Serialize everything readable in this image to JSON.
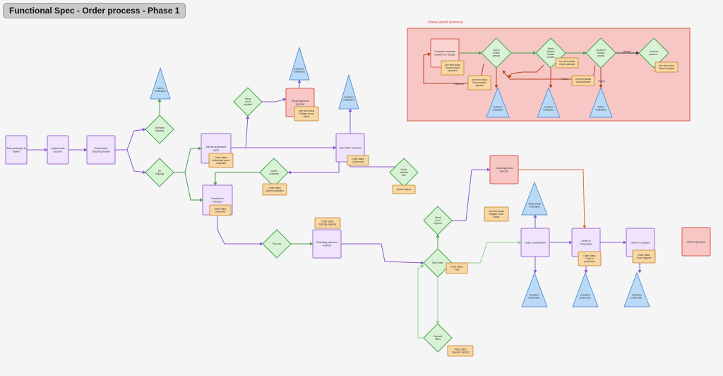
{
  "title": "Functional Spec - Order process - Phase 1",
  "colors": {
    "process_fill": "#efe4fb",
    "process_stroke": "#9d6ad6",
    "decision_fill": "#d9f2d5",
    "decision_stroke": "#48a24e",
    "note_fill": "#f8d7a3",
    "note_stroke": "#c07e2a",
    "notify_fill": "#b9d9f7",
    "notify_stroke": "#5f93cf",
    "red_fill": "#f7c7c5",
    "red_stroke": "#d65a4a"
  },
  "region": {
    "label": "Visual proof process"
  },
  "processes": [
    {
      "id": "p1",
      "lines": [
        "Add product(s) to",
        "basket"
      ]
    },
    {
      "id": "p2",
      "lines": [
        "Login/create",
        "account"
      ]
    },
    {
      "id": "p3",
      "lines": [
        "Enter/select",
        "shipping details"
      ]
    },
    {
      "id": "p4",
      "lines": [
        "Get an automated",
        "quote"
      ]
    },
    {
      "id": "p5",
      "lines": [
        "Proceed to",
        "checkout"
      ]
    },
    {
      "id": "p6",
      "lines": [
        "Send PDF of Quote"
      ]
    },
    {
      "id": "p7",
      "lines": [
        "Selecting payment",
        "method"
      ]
    },
    {
      "id": "p8",
      "lines": [
        "Order confirmation"
      ]
    },
    {
      "id": "p9",
      "lines": [
        "Order in",
        "Production"
      ]
    },
    {
      "id": "p10",
      "lines": [
        "Order in Shipped"
      ]
    },
    {
      "id": "vp1",
      "lines": [
        "Customer uploads",
        "artwork for visuals"
      ]
    }
  ],
  "red_boxes": [
    {
      "id": "r1",
      "lines": [
        "Visual approval",
        "process"
      ]
    },
    {
      "id": "r2",
      "lines": [
        "Visual approval",
        "process"
      ]
    },
    {
      "id": "r3",
      "lines": [
        "Refund process"
      ]
    }
  ],
  "decisions": [
    {
      "id": "d1",
      "lines": [
        "Overseas",
        "shipping"
      ]
    },
    {
      "id": "d2",
      "lines": [
        "UK",
        "Shipping"
      ]
    },
    {
      "id": "d3",
      "lines": [
        "Visual",
        "proof",
        "required"
      ]
    },
    {
      "id": "d4",
      "lines": [
        "Quote",
        "accepted"
      ]
    },
    {
      "id": "d5",
      "lines": [
        "Quote",
        "rejected/",
        "Idle"
      ]
    },
    {
      "id": "d6",
      "lines": [
        "Pay now"
      ]
    },
    {
      "id": "d7",
      "lines": [
        "Visual",
        "proof",
        "required"
      ]
    },
    {
      "id": "d8",
      "lines": [
        "Pay Online"
      ]
    },
    {
      "id": "d9",
      "lines": [
        "Payment",
        "failed"
      ]
    },
    {
      "id": "vd1",
      "lines": [
        "Admin",
        "review",
        "artwork"
      ]
    },
    {
      "id": "vd2",
      "lines": [
        "Admin",
        "uploads",
        "visuals",
        "created"
      ]
    },
    {
      "id": "vd3",
      "lines": [
        "Customer",
        "reviews",
        "visuals"
      ]
    },
    {
      "id": "vd4",
      "lines": [
        "Continue",
        "process..."
      ]
    }
  ],
  "notes": [
    {
      "id": "n1",
      "lines": [
        "Order status",
        "Automated quote",
        "requested"
      ]
    },
    {
      "id": "n2",
      "lines": [
        "Order status",
        "Quote sent"
      ]
    },
    {
      "id": "n3",
      "lines": [
        "Order status",
        "Quote acceptation"
      ]
    },
    {
      "id": "n4",
      "lines": [
        "Quote expired"
      ]
    },
    {
      "id": "n5",
      "lines": [
        "Order status",
        "Draft order"
      ]
    },
    {
      "id": "n6",
      "lines": [
        "Line item status",
        "Multiple visual",
        "status"
      ]
    },
    {
      "id": "n7",
      "lines": [
        "Order status",
        "Pending payment"
      ]
    },
    {
      "id": "n8",
      "lines": [
        "Line item status",
        "Multiple visual",
        "status"
      ]
    },
    {
      "id": "n9",
      "lines": [
        "Order status",
        "Paid"
      ]
    },
    {
      "id": "n10",
      "lines": [
        "Order status",
        "Payment rejected"
      ]
    },
    {
      "id": "n11",
      "lines": [
        "Order status",
        "Order in",
        "production"
      ]
    },
    {
      "id": "n12",
      "lines": [
        "Order status",
        "Order Shipped"
      ]
    },
    {
      "id": "vn1",
      "lines": [
        "Line item status",
        "Visual artwork",
        "uploaded"
      ]
    },
    {
      "id": "vn2",
      "lines": [
        "Line item status",
        "Visual artwork",
        "rejected"
      ]
    },
    {
      "id": "vn3",
      "lines": [
        "Line item status",
        "Visual uploaded"
      ]
    },
    {
      "id": "vn4",
      "lines": [
        "Line item status",
        "Visual rejected"
      ]
    },
    {
      "id": "vn5",
      "lines": [
        "Line item status",
        "Visual accepted"
      ]
    }
  ],
  "notifications": [
    {
      "id": "t1",
      "lines": [
        "Admin",
        "notification"
      ]
    },
    {
      "id": "t2",
      "lines": [
        "Customer",
        "notification"
      ]
    },
    {
      "id": "t3",
      "lines": [
        "Customer",
        "notification"
      ]
    },
    {
      "id": "t4",
      "lines": [
        "Admin email",
        "notification"
      ]
    },
    {
      "id": "t5",
      "lines": [
        "Customer",
        "email notifi..."
      ]
    },
    {
      "id": "t6",
      "lines": [
        "Customer",
        "email notifi..."
      ]
    },
    {
      "id": "t7",
      "lines": [
        "Customer",
        "email notifi..."
      ]
    },
    {
      "id": "vt1",
      "lines": [
        "Customer",
        "notification"
      ]
    },
    {
      "id": "vt2",
      "lines": [
        "Customer",
        "notification"
      ]
    },
    {
      "id": "vt3",
      "lines": [
        "Admin",
        "notification"
      ]
    }
  ],
  "edge_labels": [
    {
      "id": "e1",
      "text": "Rejected"
    },
    {
      "id": "e2",
      "text": "Reject"
    },
    {
      "id": "e3",
      "text": "Reject"
    },
    {
      "id": "e4",
      "text": "Accept"
    }
  ]
}
